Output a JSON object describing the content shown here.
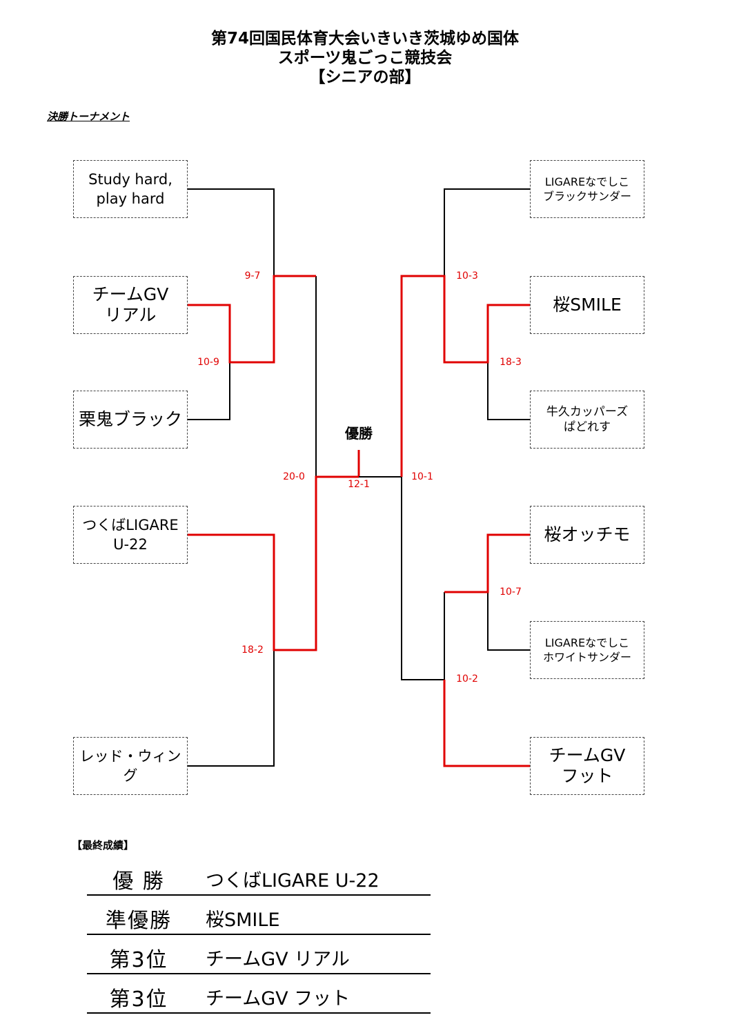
{
  "header": {
    "title_line1": "第74回国民体育大会いきいき茨城ゆめ国体",
    "title_line2": "スポーツ鬼ごっこ競技会",
    "title_line3": "【シニアの部】",
    "subtitle": "決勝トーナメント"
  },
  "teams": {
    "left": [
      {
        "name": "Study hard,\nplay hard"
      },
      {
        "name": "チームGV\nリアル"
      },
      {
        "name": "栗鬼ブラック"
      },
      {
        "name": "つくばLIGARE\nU-22"
      },
      {
        "name": "レッド・ウィング"
      }
    ],
    "right": [
      {
        "name": "LIGAREなでしこ\nブラックサンダー"
      },
      {
        "name": "桜SMILE"
      },
      {
        "name": "牛久カッパーズ\nぱどれす"
      },
      {
        "name": "桜オッチモ"
      },
      {
        "name": "LIGAREなでしこ\nホワイトサンダー"
      },
      {
        "name": "チームGV\nフット"
      }
    ]
  },
  "scores": {
    "left_r1": "10-9",
    "left_r2": "9-7",
    "left_r2b": "18-2",
    "left_semi": "20-0",
    "final": "12-1",
    "right_semi": "10-1",
    "right_r1a": "18-3",
    "right_r2a": "10-3",
    "right_r1b": "10-7",
    "right_r2b": "10-2"
  },
  "champion_label": "優勝",
  "colors": {
    "winner_line": "#e00000",
    "loser_line": "#000000"
  },
  "final_results": {
    "heading": "【最終成績】",
    "rows": [
      {
        "rank": "優 勝",
        "team": "つくばLIGARE U-22"
      },
      {
        "rank": "準優勝",
        "team": "桜SMILE"
      },
      {
        "rank": "第3位",
        "team": "チームGV リアル"
      },
      {
        "rank": "第3位",
        "team": "チームGV フット"
      }
    ]
  }
}
